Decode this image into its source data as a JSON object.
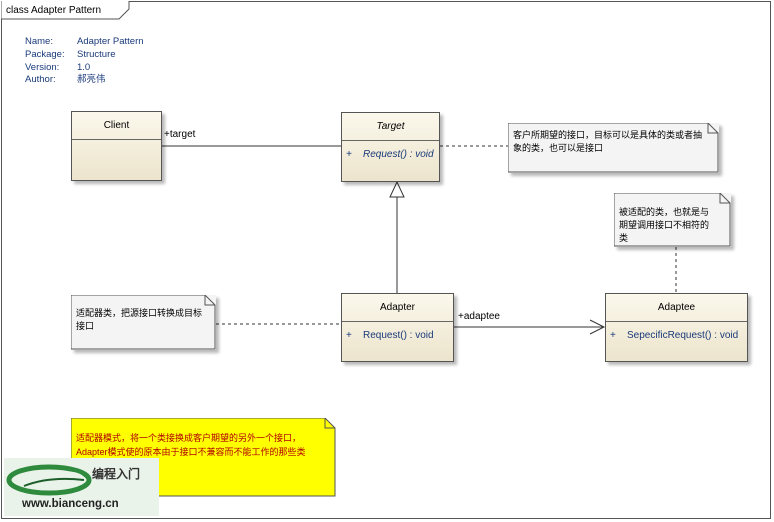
{
  "diagram": {
    "frame_title": "class Adapter Pattern",
    "metadata": [
      {
        "key": "Name:",
        "value": "Adapter Pattern"
      },
      {
        "key": "Package:",
        "value": "Structure"
      },
      {
        "key": "Version:",
        "value": "1.0"
      },
      {
        "key": "Author:",
        "value": "郝亮伟"
      }
    ],
    "classes": {
      "client": {
        "name": "Client"
      },
      "target": {
        "name": "Target",
        "op_visibility": "+",
        "op": "Request() : void"
      },
      "adapter": {
        "name": "Adapter",
        "op_visibility": "+",
        "op": "Request() : void"
      },
      "adaptee": {
        "name": "Adaptee",
        "op_visibility": "+",
        "op": "SepecificRequest() : void"
      }
    },
    "associations": {
      "client_target_role": "+target",
      "adapter_adaptee_role": "+adaptee"
    },
    "notes": {
      "target_note": "客户所期望的接口，目标可以是具体的类或者抽象的类，也可以是接口",
      "adaptee_note": "被适配的类，也就是与期望调用接口不相符的类",
      "adapter_note": "适配器类，把源接口转换成目标接口",
      "pattern_note": "适配器模式，将一个类接换成客户期望的另外一个接口，Adapter模式使的原本由于接口不兼容而不能工作的那些类"
    },
    "colors": {
      "class_fill_top": "#fbf8ec",
      "class_fill_bottom": "#ece4cc",
      "note_fill": "#f4f4f4",
      "yellow_note_fill": "#ffff00",
      "yellow_note_text": "#b00000",
      "meta_text": "#1a3a7a"
    }
  },
  "watermark": {
    "logo_text": "编程入门",
    "url": "www.bianceng.cn"
  }
}
